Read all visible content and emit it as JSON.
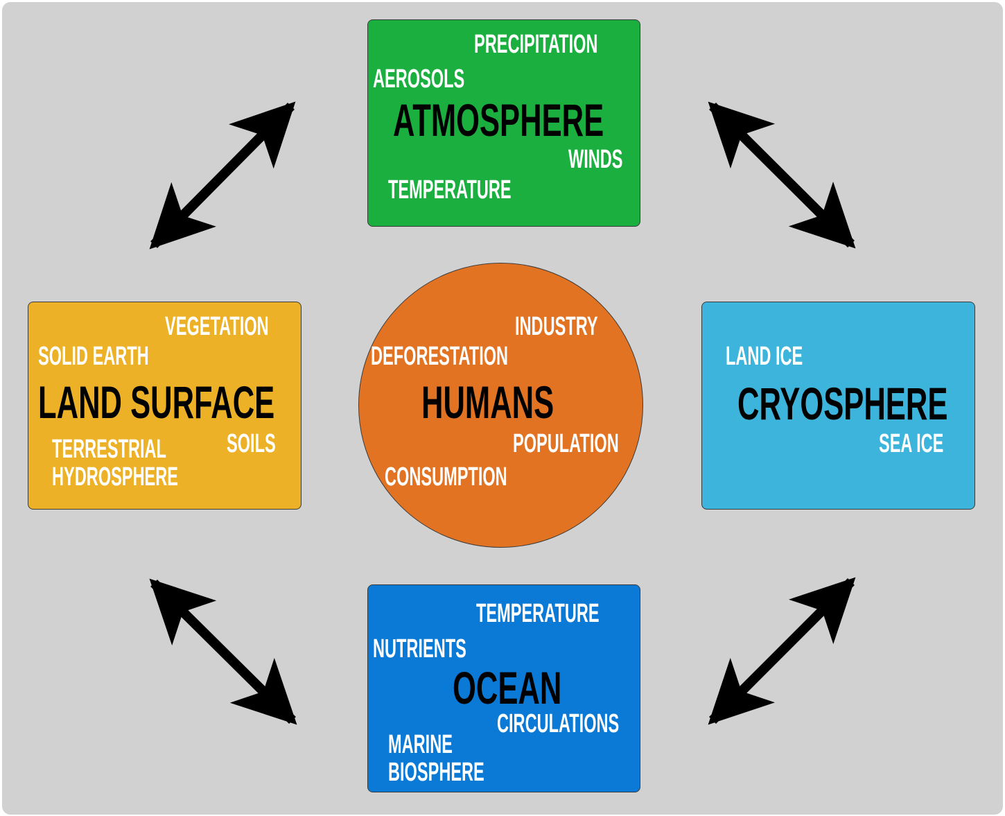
{
  "colors": {
    "background": "#d1d1d1",
    "atmosphere": "#1aaf3f",
    "land_surface": "#ecb127",
    "cryosphere": "#3db4db",
    "ocean": "#0a7ad6",
    "humans": "#e27322",
    "arrows": "#000000"
  },
  "icons": [
    "double-headed-arrow"
  ],
  "atmosphere": {
    "title": "ATMOSPHERE",
    "items": [
      "PRECIPITATION",
      "AEROSOLS",
      "WINDS",
      "TEMPERATURE"
    ]
  },
  "land_surface": {
    "title": "LAND SURFACE",
    "items": [
      "VEGETATION",
      "SOLID EARTH",
      "TERRESTRIAL",
      "HYDROSPHERE",
      "SOILS"
    ]
  },
  "humans": {
    "title": "HUMANS",
    "items": [
      "INDUSTRY",
      "DEFORESTATION",
      "POPULATION",
      "CONSUMPTION"
    ]
  },
  "cryosphere": {
    "title": "CRYOSPHERE",
    "items": [
      "LAND ICE",
      "SEA ICE"
    ]
  },
  "ocean": {
    "title": "OCEAN",
    "items": [
      "TEMPERATURE",
      "NUTRIENTS",
      "CIRCULATIONS",
      "MARINE",
      "BIOSPHERE"
    ]
  }
}
